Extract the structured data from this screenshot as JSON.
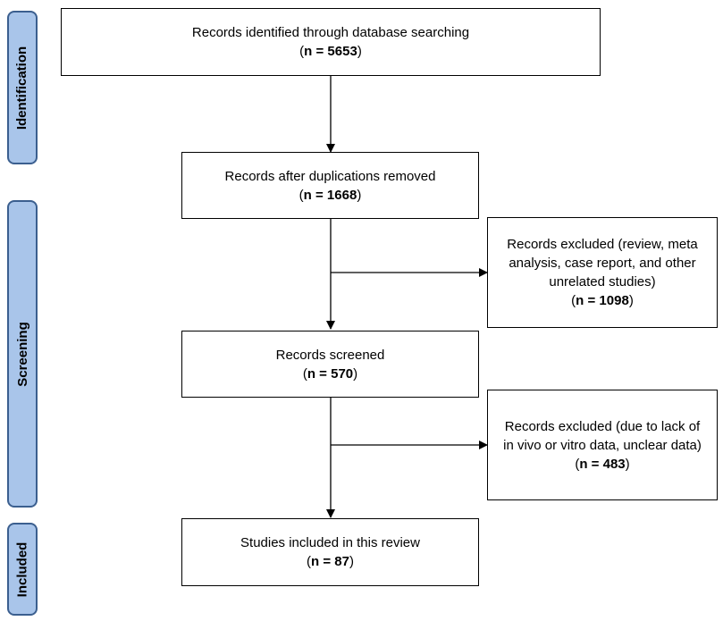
{
  "phases": {
    "identification": "Identification",
    "screening": "Screening",
    "included": "Included"
  },
  "boxes": {
    "identified": {
      "label": "Records identified through database searching",
      "n": "n = 5653"
    },
    "dedup": {
      "label": "Records after duplications removed",
      "n": "n = 1668"
    },
    "excluded1": {
      "label_lines": [
        "Records excluded (review, meta",
        "analysis, case report, and other",
        "unrelated studies)"
      ],
      "n": "n = 1098"
    },
    "screened": {
      "label": "Records screened",
      "n": "n = 570"
    },
    "excluded2": {
      "label_lines": [
        "Records excluded (due to lack of",
        "in vivo or vitro data, unclear data)"
      ],
      "n": "n = 483"
    },
    "included": {
      "label": "Studies included in this review",
      "n": "n = 87"
    }
  }
}
